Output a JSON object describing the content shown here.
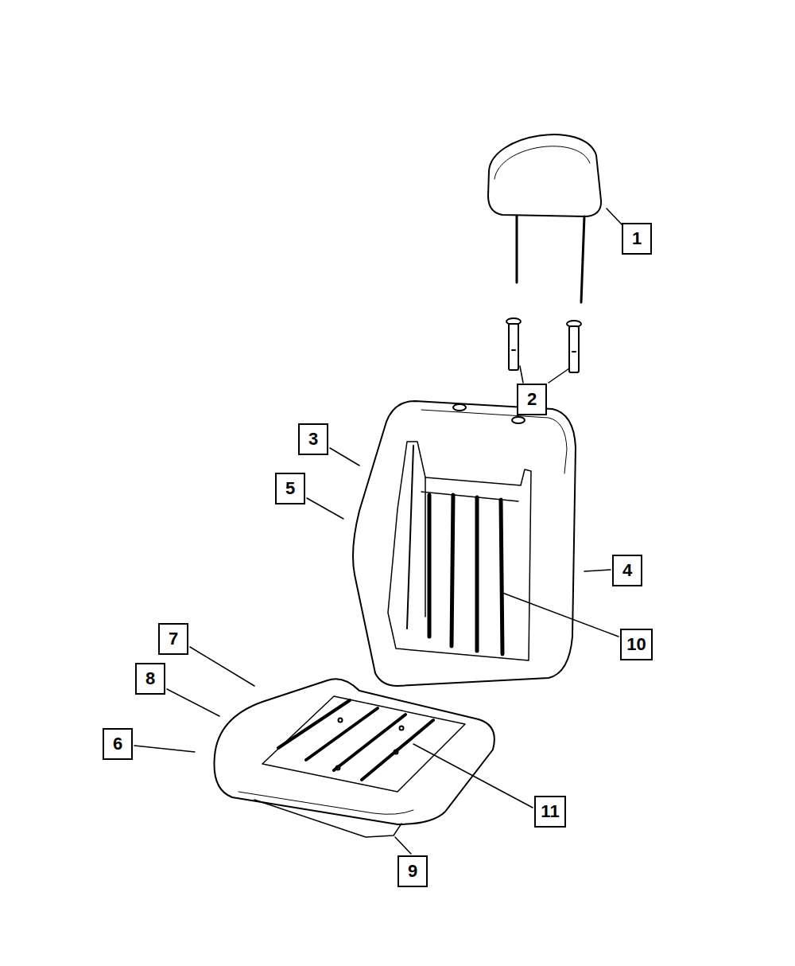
{
  "diagram": {
    "labels": [
      "1",
      "2",
      "3",
      "5",
      "4",
      "7",
      "10",
      "8",
      "6",
      "11",
      "9"
    ]
  }
}
